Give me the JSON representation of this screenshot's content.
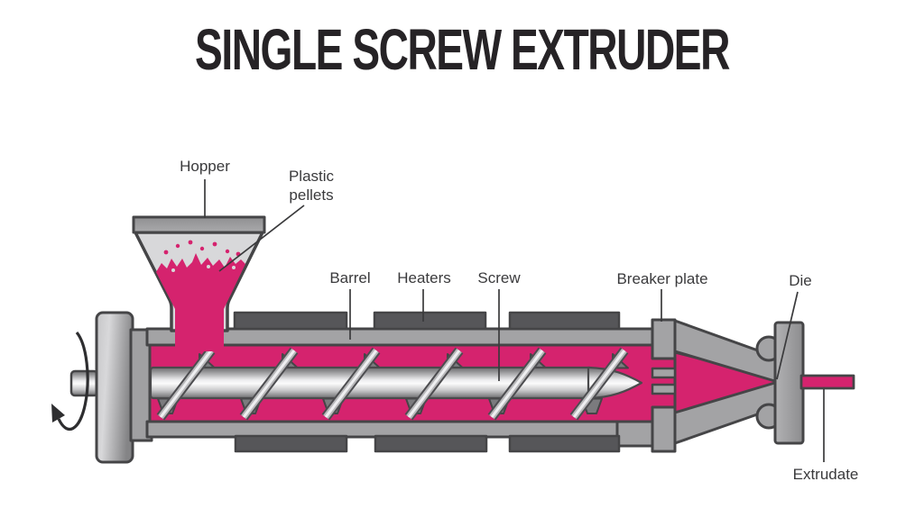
{
  "title": "SINGLE SCREW EXTRUDER",
  "diagram": {
    "labels": {
      "hopper": "Hopper",
      "plastic_pellets": "Plastic pellets",
      "barrel": "Barrel",
      "heaters": "Heaters",
      "screw": "Screw",
      "breaker_plate": "Breaker plate",
      "die": "Die",
      "extrudate": "Extrudate"
    },
    "colors": {
      "melt": "#d5236e",
      "metal_mid": "#a3a3a5",
      "metal_light": "#d8d8da",
      "heater_dark": "#565659",
      "outline": "#454547",
      "label_text": "#3a3a3c",
      "title_text": "#262326",
      "background": "#ffffff"
    }
  }
}
